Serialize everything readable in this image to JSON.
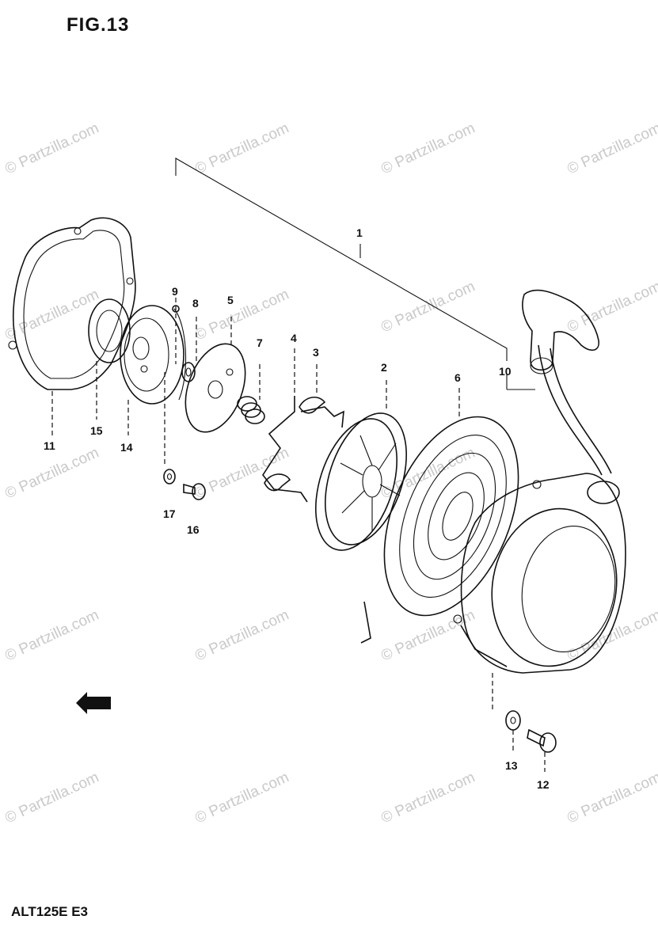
{
  "figure_title": "FIG.13",
  "model_code": "ALT125E E3",
  "watermark_text": "© Partzilla.com",
  "callouts": [
    "1",
    "2",
    "3",
    "4",
    "5",
    "6",
    "7",
    "8",
    "9",
    "10",
    "11",
    "12",
    "13",
    "14",
    "15",
    "16",
    "17"
  ],
  "colors": {
    "ink": "#111111",
    "watermark": "#c9c9c9",
    "background": "#ffffff"
  }
}
